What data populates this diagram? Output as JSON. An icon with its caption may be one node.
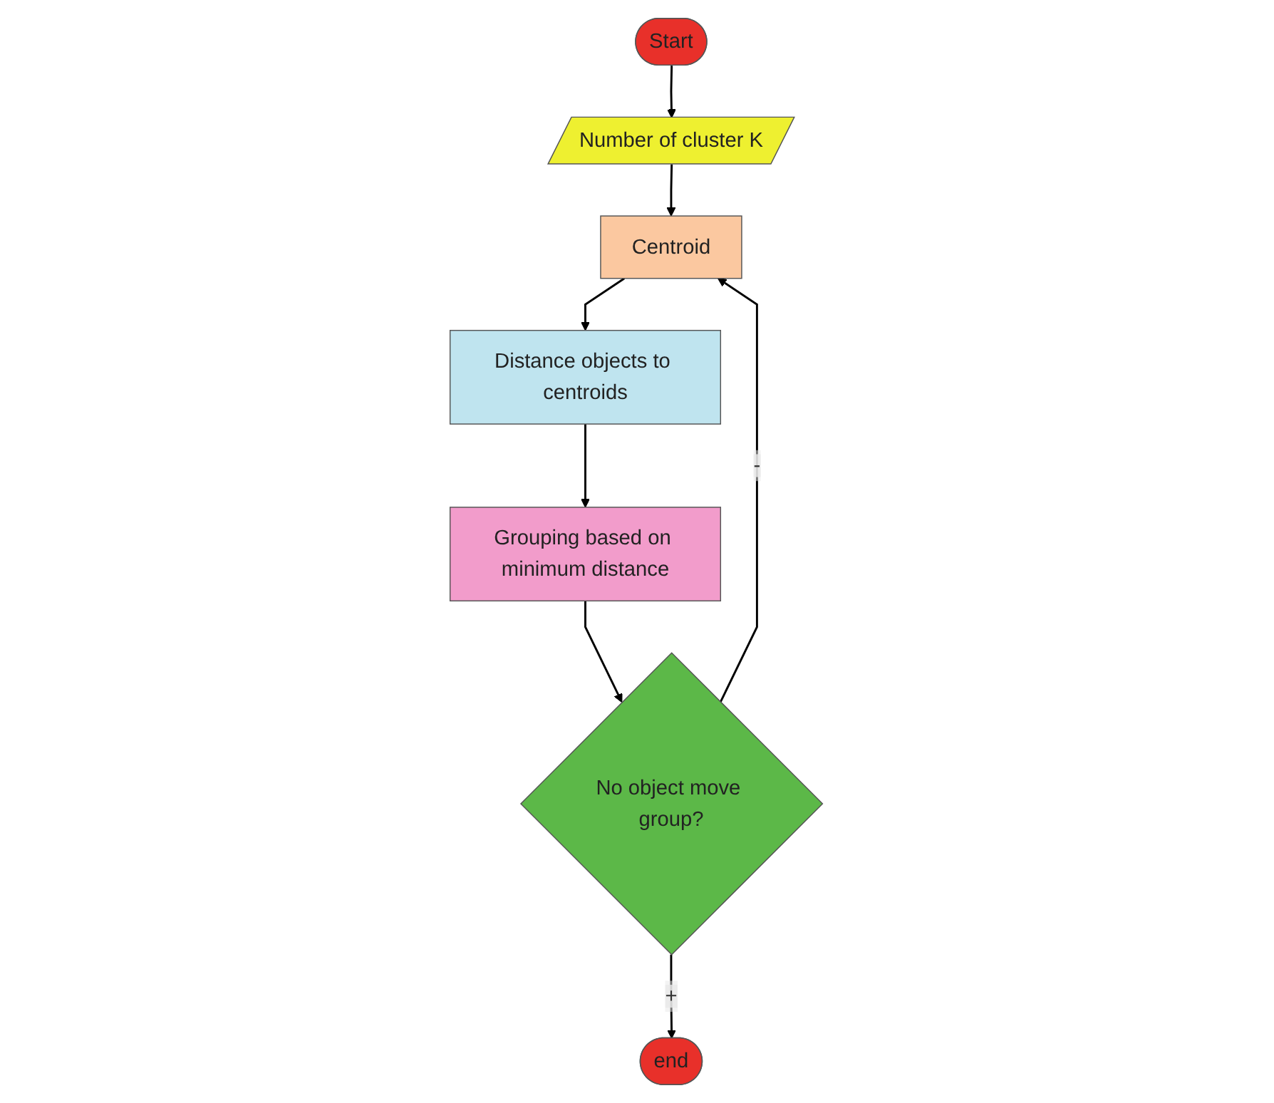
{
  "diagram": {
    "nodes": [
      {
        "text": [
          "Start"
        ]
      },
      {
        "text": [
          "Number of cluster K"
        ]
      },
      {
        "text": [
          "Centroid"
        ]
      },
      {
        "text": [
          "Distance objects to centroids"
        ]
      },
      {
        "text": [
          "Grouping based on minimum distance"
        ]
      },
      {
        "text": [
          "No object move group?"
        ]
      },
      {
        "text": [
          "end"
        ]
      }
    ],
    "edges": [
      {
        "from": 0,
        "to": 1,
        "arrow": "to"
      },
      {
        "from": 1,
        "to": 2,
        "arrow": "to"
      },
      {
        "from": 2,
        "to": 3,
        "arrow": "to"
      },
      {
        "from": 3,
        "to": 4,
        "arrow": "to"
      },
      {
        "from": 4,
        "to": 5,
        "arrow": "to"
      },
      {
        "from": 5,
        "to": 2,
        "label": "-",
        "arrow": "to"
      },
      {
        "from": 5,
        "to": 6,
        "label": "+",
        "arrow": "to"
      }
    ]
  }
}
